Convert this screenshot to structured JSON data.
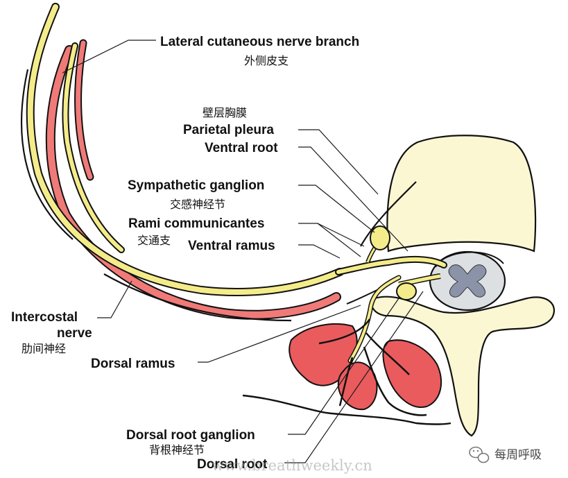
{
  "labels": {
    "lateral_cutaneous": {
      "en": "Lateral cutaneous nerve branch",
      "zh": "外侧皮支"
    },
    "parietal_pleura": {
      "en": "Parietal pleura",
      "zh": "壁层胸膜"
    },
    "ventral_root": {
      "en": "Ventral root"
    },
    "sympathetic_ganglion": {
      "en": "Sympathetic ganglion",
      "zh": "交感神经节"
    },
    "rami_communicantes": {
      "en": "Rami communicantes",
      "zh": "交通支"
    },
    "ventral_ramus": {
      "en": "Ventral ramus"
    },
    "intercostal_nerve": {
      "en_line1": "Intercostal",
      "en_line2": "nerve",
      "zh": "肋间神经"
    },
    "dorsal_ramus": {
      "en": "Dorsal ramus"
    },
    "dorsal_root_ganglion": {
      "en": "Dorsal root ganglion",
      "zh": "背根神经节"
    },
    "dorsal_root": {
      "en": "Dorsal root"
    }
  },
  "watermark": "www.breathweekly.cn",
  "badge": {
    "text": "每周呼吸",
    "icon": "wechat-icon"
  },
  "colors": {
    "nerve": "#f4ec8a",
    "artery": "#f07a78",
    "vertebra": "#fbf7d2",
    "muscle": "#ea5b5e",
    "spinal_cord": "#dde0e3",
    "gray_matter": "#8a93a8",
    "outline": "#111111"
  }
}
